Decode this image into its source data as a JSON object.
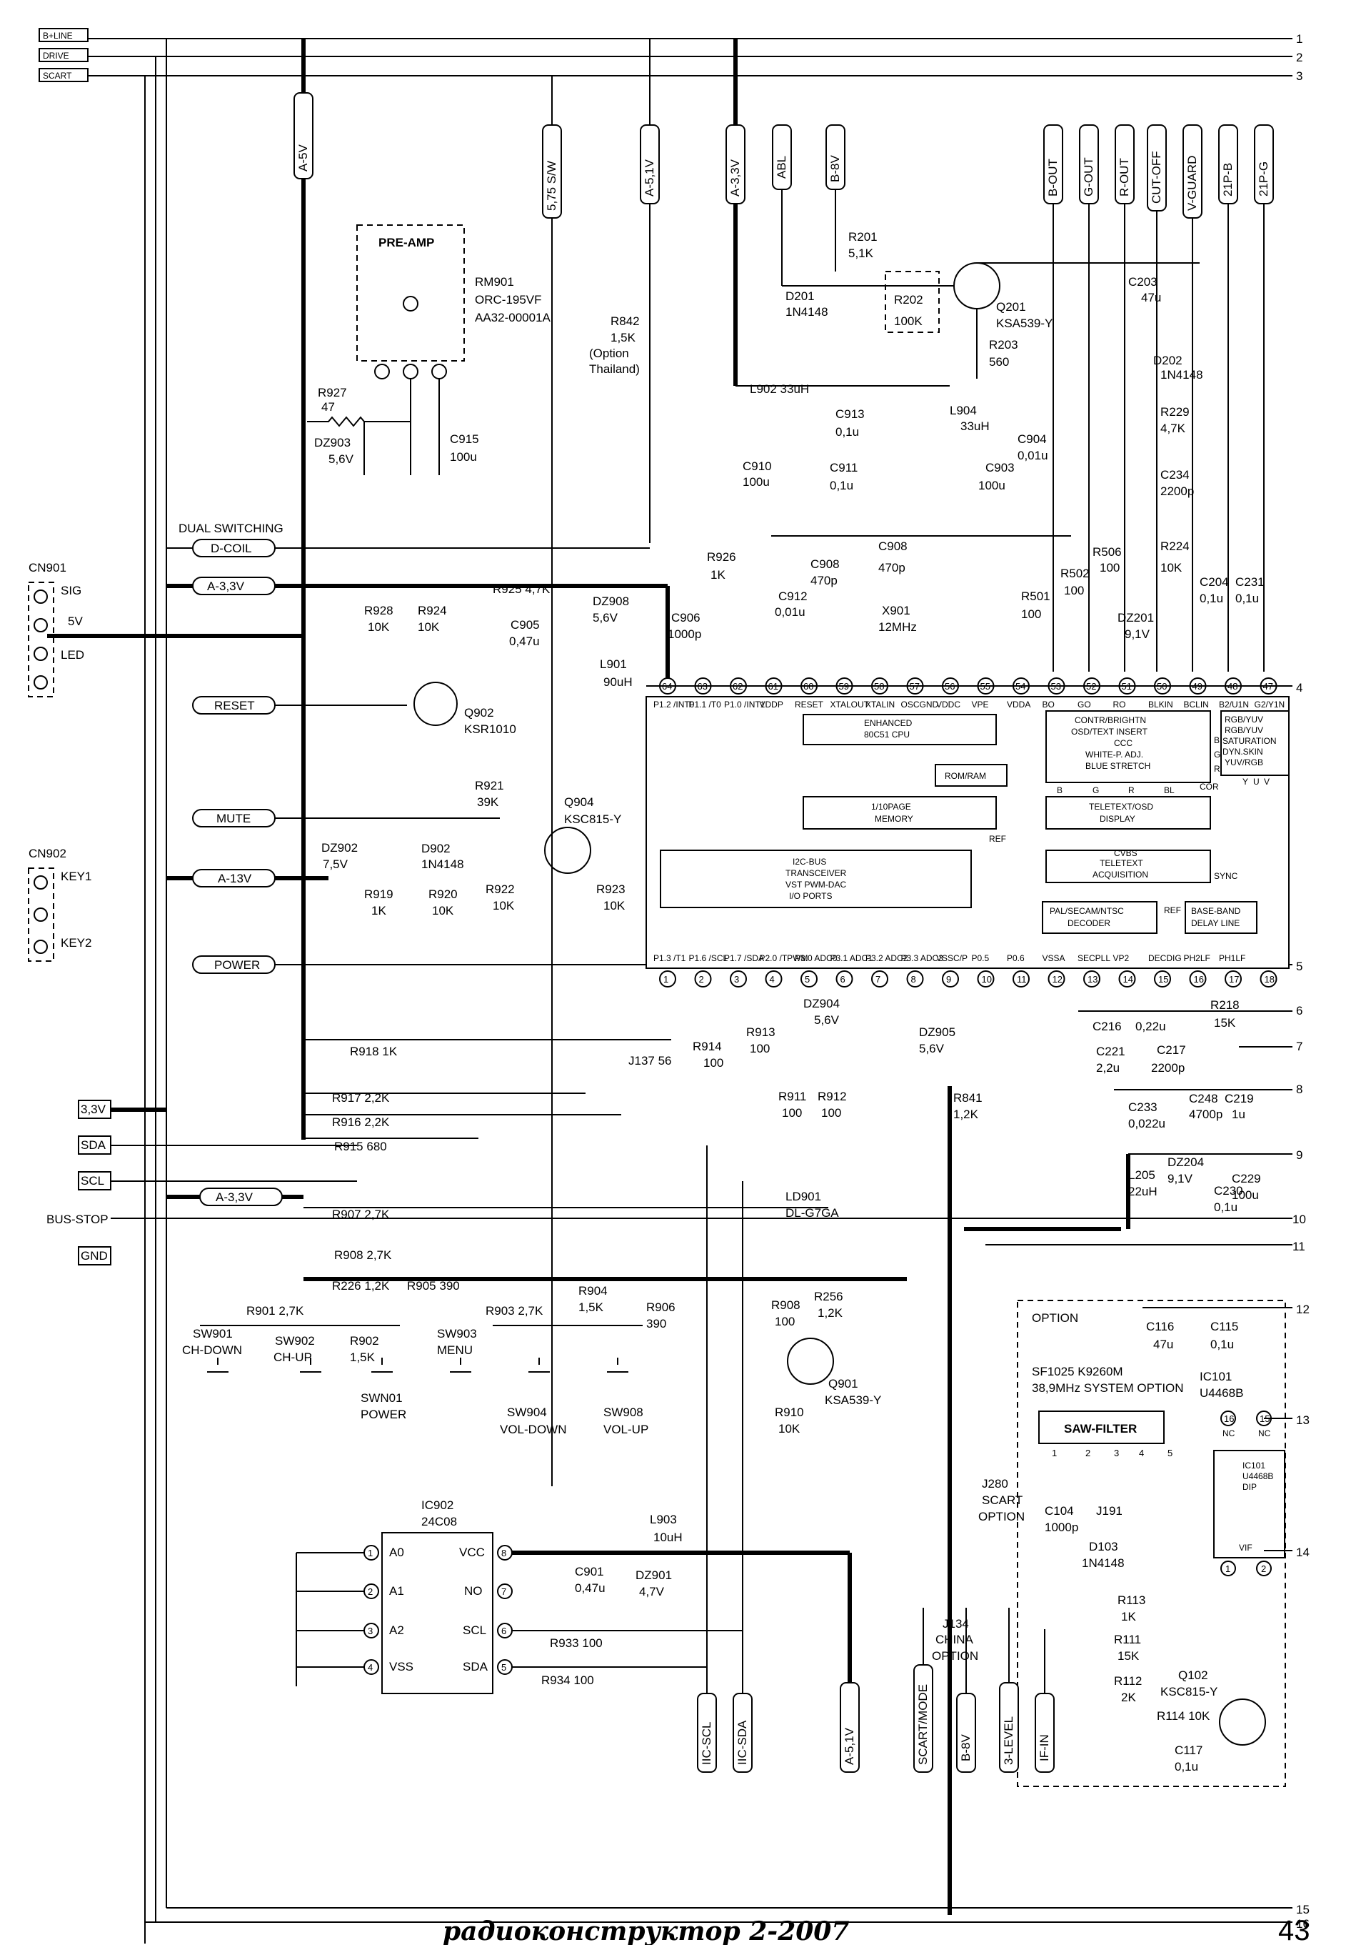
{
  "bus": {
    "bline": "B+LINE",
    "drive": "DRIVE",
    "scart": "SCART",
    "n1": "1",
    "n2": "2",
    "n3": "3",
    "n4": "4",
    "n5": "5",
    "n6": "6",
    "n7": "7",
    "n8": "8",
    "n9": "9",
    "n10": "10",
    "n11": "11",
    "n12": "12",
    "n13": "13",
    "n14": "14",
    "n15": "15",
    "n16": "16"
  },
  "top_tags": {
    "a5v": "A-5V",
    "s575": "5,75 S/W",
    "a51v": "A-5,1V",
    "a33v": "A-3,3V",
    "abl": "ABL",
    "b8v": "B-8V",
    "bout": "B-OUT",
    "gout": "G-OUT",
    "rout": "R-OUT",
    "cutoff": "CUT-OFF",
    "vguard": "V-GUARD",
    "p21b": "21P-B",
    "p21g": "21P-G"
  },
  "preamp": {
    "title": "PRE-AMP",
    "ref": "RM901",
    "part1": "ORC-195VF",
    "part2": "AA32-00001A"
  },
  "left_tags": {
    "dual": "DUAL SWITCHING",
    "dcoil": "D-COIL",
    "a33v": "A-3,3V",
    "reset": "RESET",
    "mute": "MUTE",
    "a13v": "A-13V",
    "power": "POWER",
    "a33v2": "A-3,3V"
  },
  "cn901": {
    "ref": "CN901",
    "sig": "SIG",
    "v5": "5V",
    "led": "LED"
  },
  "cn902": {
    "ref": "CN902",
    "key1": "KEY1",
    "key2": "KEY2"
  },
  "bus_conn": {
    "v33": "3,3V",
    "sda": "SDA",
    "scl": "SCL",
    "busstop": "BUS-STOP",
    "gnd": "GND"
  },
  "parts": {
    "r927": "R927",
    "r927v": "47",
    "dz903": "DZ903",
    "dz903v": "5,6V",
    "c915": "C915",
    "c915v": "100u",
    "r842": "R842",
    "r842v": "1,5K",
    "r842n": "(Option",
    "r842n2": "Thailand)",
    "r201": "R201",
    "r201v": "5,1K",
    "d201": "D201",
    "d201v": "1N4148",
    "r202": "R202",
    "r202v": "100K",
    "q201": "Q201",
    "q201v": "KSA539-Y",
    "r203": "R203",
    "r203v": "560",
    "c203": "C203",
    "c203v": "47u",
    "d202": "D202",
    "d202v": "1N4148",
    "r229": "R229",
    "r229v": "4,7K",
    "c234": "C234",
    "c234v": "2200p",
    "l902": "L902 33uH",
    "c913": "C913",
    "c913v": "0,1u",
    "l904": "L904",
    "l904v": "33uH",
    "c904": "C904",
    "c904v": "0,01u",
    "c910": "C910",
    "c910v": "100u",
    "c911": "C911",
    "c911v": "0,1u",
    "c903": "C903",
    "c903v": "100u",
    "r926": "R926",
    "r926v": "1K",
    "c908a": "C908",
    "c908av": "470p",
    "c908b": "C908",
    "c908bv": "470p",
    "c912": "C912",
    "c912v": "0,01u",
    "x901": "X901",
    "x901v": "12MHz",
    "c906": "C906",
    "c906v": "1000p",
    "l901": "L901",
    "l901v": "90uH",
    "r501": "R501",
    "r501v": "100",
    "r502": "R502",
    "r502v": "100",
    "r506": "R506",
    "r506v": "100",
    "r224": "R224",
    "r224v": "10K",
    "dz201": "DZ201",
    "dz201v": "9,1V",
    "c204": "C204",
    "c204v": "0,1u",
    "c231": "C231",
    "c231v": "0,1u",
    "r928": "R928",
    "r928v": "10K",
    "r924": "R924",
    "r924v": "10K",
    "r925": "R925 4,7K",
    "dz908": "DZ908",
    "dz908v": "5,6V",
    "c905": "C905",
    "c905v": "0,47u",
    "q902": "Q902",
    "q902v": "KSR1010",
    "r921": "R921",
    "r921v": "39K",
    "q904": "Q904",
    "q904v": "KSC815-Y",
    "dz902": "DZ902",
    "dz902v": "7,5V",
    "d902": "D902",
    "d902v": "1N4148",
    "r919": "R919",
    "r919v": "1K",
    "r920": "R920",
    "r920v": "10K",
    "r922": "R922",
    "r922v": "10K",
    "r923": "R923",
    "r923v": "10K",
    "r918": "R918 1K",
    "j137": "J137 56",
    "r914": "R914",
    "r914v": "100",
    "r913": "R913",
    "r913v": "100",
    "dz904": "DZ904",
    "dz904v": "5,6V",
    "dz905": "DZ905",
    "dz905v": "5,6V",
    "r917": "R917 2,2K",
    "r916": "R916 2,2K",
    "r915": "R915 680",
    "r911": "R911",
    "r911v": "100",
    "r912": "R912",
    "r912v": "100",
    "ld901": "LD901",
    "ld901v": "DL-G7GA",
    "r841": "R841",
    "r841v": "1,2K",
    "c216": "C216",
    "c216v": "0,22u",
    "r218": "R218",
    "r218v": "15K",
    "c221": "C221",
    "c221v": "2,2u",
    "c217": "C217",
    "c217v": "2200p",
    "c233": "C233",
    "c233v": "0,022u",
    "c248": "C248",
    "c248v": "4700p",
    "c219": "C219",
    "c219v": "1u",
    "l205": "L205",
    "l205v": "22uH",
    "dz204": "DZ204",
    "dz204v": "9,1V",
    "c229": "C229",
    "c229v": "100u",
    "c230": "C230",
    "c230v": "0,1u",
    "r907": "R907 2,7K",
    "r908a": "R908 2,7K",
    "r226": "R226 1,2K",
    "r905": "R905 390",
    "r901": "R901 2,7K",
    "r902": "R902",
    "r902v": "1,5K",
    "r903": "R903 2,7K",
    "r904": "R904",
    "r904v": "1,5K",
    "r906": "R906",
    "r906v": "390",
    "r908b": "R908",
    "r908bv": "100",
    "r256": "R256",
    "r256v": "1,2K",
    "q901": "Q901",
    "q901v": "KSA539-Y",
    "r910": "R910",
    "r910v": "10K",
    "c901": "C901",
    "c901v": "0,47u",
    "dz901": "DZ901",
    "dz901v": "4,7V",
    "l903": "L903",
    "l903v": "10uH",
    "r933": "R933 100",
    "r934": "R934 100",
    "c116": "C116",
    "c116v": "47u",
    "c115": "C115",
    "c115v": "0,1u",
    "ic101": "IC101",
    "ic101v": "U4468B",
    "c104": "C104",
    "c104v": "1000p",
    "j191": "J191",
    "d103": "D103",
    "d103v": "1N4148",
    "r113": "R113",
    "r113v": "1K",
    "r111": "R111",
    "r111v": "15K",
    "r112": "R112",
    "r112v": "2K",
    "q102": "Q102",
    "q102v": "KSC815-Y",
    "r114": "R114 10K",
    "c117": "C117",
    "c117v": "0,1u",
    "j280": "J280",
    "j280v": "SCART",
    "j280o": "OPTION",
    "j134": "J134",
    "j134v": "CHINA",
    "j134o": "OPTION"
  },
  "switches": {
    "sw901": "SW901",
    "sw901v": "CH-DOWN",
    "sw902": "SW902",
    "sw902v": "CH-UP",
    "swn01": "SWN01",
    "swn01v": "POWER",
    "sw903": "SW903",
    "sw903v": "MENU",
    "sw904": "SW904",
    "sw904v": "VOL-DOWN",
    "sw908": "SW908",
    "sw908v": "VOL-UP"
  },
  "ic902": {
    "ref": "IC902",
    "part": "24C08",
    "a0": "A0",
    "a1": "A1",
    "a2": "A2",
    "vss": "VSS",
    "vcc": "VCC",
    "no": "NO",
    "scl": "SCL",
    "sda": "SDA",
    "p1": "1",
    "p2": "2",
    "p3": "3",
    "p4": "4",
    "p5": "5",
    "p6": "6",
    "p7": "7",
    "p8": "8"
  },
  "main_ic": {
    "top_pins": [
      "64",
      "63",
      "62",
      "61",
      "60",
      "59",
      "58",
      "57",
      "56",
      "55",
      "54",
      "53",
      "52",
      "51",
      "50",
      "49",
      "48",
      "47"
    ],
    "top_names": [
      "P1.2 /INT0",
      "P1.1 /T0",
      "P1.0 /INT1",
      "VDDP",
      "RESET",
      "XTALOUT",
      "XTALIN",
      "OSCGND",
      "VDDC",
      "VPE",
      "VDDA",
      "BO",
      "GO",
      "RO",
      "BLKIN",
      "BCLIN",
      "B2/U1N",
      "G2/Y1N"
    ],
    "bot_pins": [
      "1",
      "2",
      "3",
      "4",
      "5",
      "6",
      "7",
      "8",
      "9",
      "10",
      "11",
      "12",
      "13",
      "14",
      "15",
      "16",
      "17",
      "18"
    ],
    "bot_names": [
      "P1.3 /T1",
      "P1.6 /SCL",
      "P1.7 /SDA",
      "P2.0 /TPWM",
      "P3.0 ADC0",
      "P3.1 ADC1",
      "P3.2 ADC2",
      "P3.3 ADC3",
      "VSSC/P",
      "P0.5",
      "P0.6",
      "VSSA",
      "SECPLL",
      "VP2",
      "DECDIG",
      "PH2LF",
      "PH1LF",
      ""
    ],
    "cpu": "ENHANCED",
    "cpu2": "80C51 CPU",
    "rom": "ROM/RAM",
    "mem": "1/10PAGE",
    "mem2": "MEMORY",
    "i2c1": "I2C-BUS",
    "i2c2": "TRANSCEIVER",
    "i2c3": "VST PWM-DAC",
    "i2c4": "I/O PORTS",
    "osd1": "CONTR/BRIGHTN",
    "osd2": "OSD/TEXT INSERT",
    "osd3": "CCC",
    "osd4": "WHITE-P. ADJ.",
    "osd5": "BLUE STRETCH",
    "tt1": "TELETEXT/OSD",
    "tt2": "DISPLAY",
    "ta1": "CVBS",
    "ta2": "TELETEXT",
    "ta3": "ACQUISITION",
    "pal1": "PAL/SECAM/NTSC",
    "pal2": "DECODER",
    "bb1": "BASE-BAND",
    "bb2": "DELAY LINE",
    "rgb1": "RGB/YUV",
    "rgb2": "RGB/YUV",
    "rgb3": "SATURATION",
    "rgb4": "DYN.SKIN",
    "rgb5": "YUV/RGB",
    "ref": "REF",
    "sync": "SYNC",
    "b": "B",
    "g": "G",
    "r": "R",
    "bl": "BL",
    "cor": "COR",
    "y": "Y",
    "u": "U",
    "v": "V"
  },
  "option": {
    "title": "OPTION",
    "saw1": "SF1025 K9260M",
    "saw2": "38,9MHz SYSTEM OPTION",
    "saw": "SAW-FILTER",
    "p1": "1",
    "p2": "2",
    "p3": "3",
    "p4": "4",
    "p5": "5",
    "p16": "16",
    "p15": "15",
    "nc1": "NC",
    "nc2": "NC",
    "ic101b": "IC101",
    "ic101bv": "U4468B",
    "dip": "DIP",
    "vif": "VIF",
    "pin1": "1",
    "pin2": "2"
  },
  "bottom_tags": {
    "iicscl": "IIC-SCL",
    "iicsda": "IIC-SDA",
    "a51v": "A-5,1V",
    "scart": "SCART/MODE",
    "b8v": "B-8V",
    "lvl3": "3-LEVEL",
    "ifin": "IF-IN"
  },
  "footer": {
    "mag": "радиоконструктор  2-2007",
    "page": "43"
  }
}
